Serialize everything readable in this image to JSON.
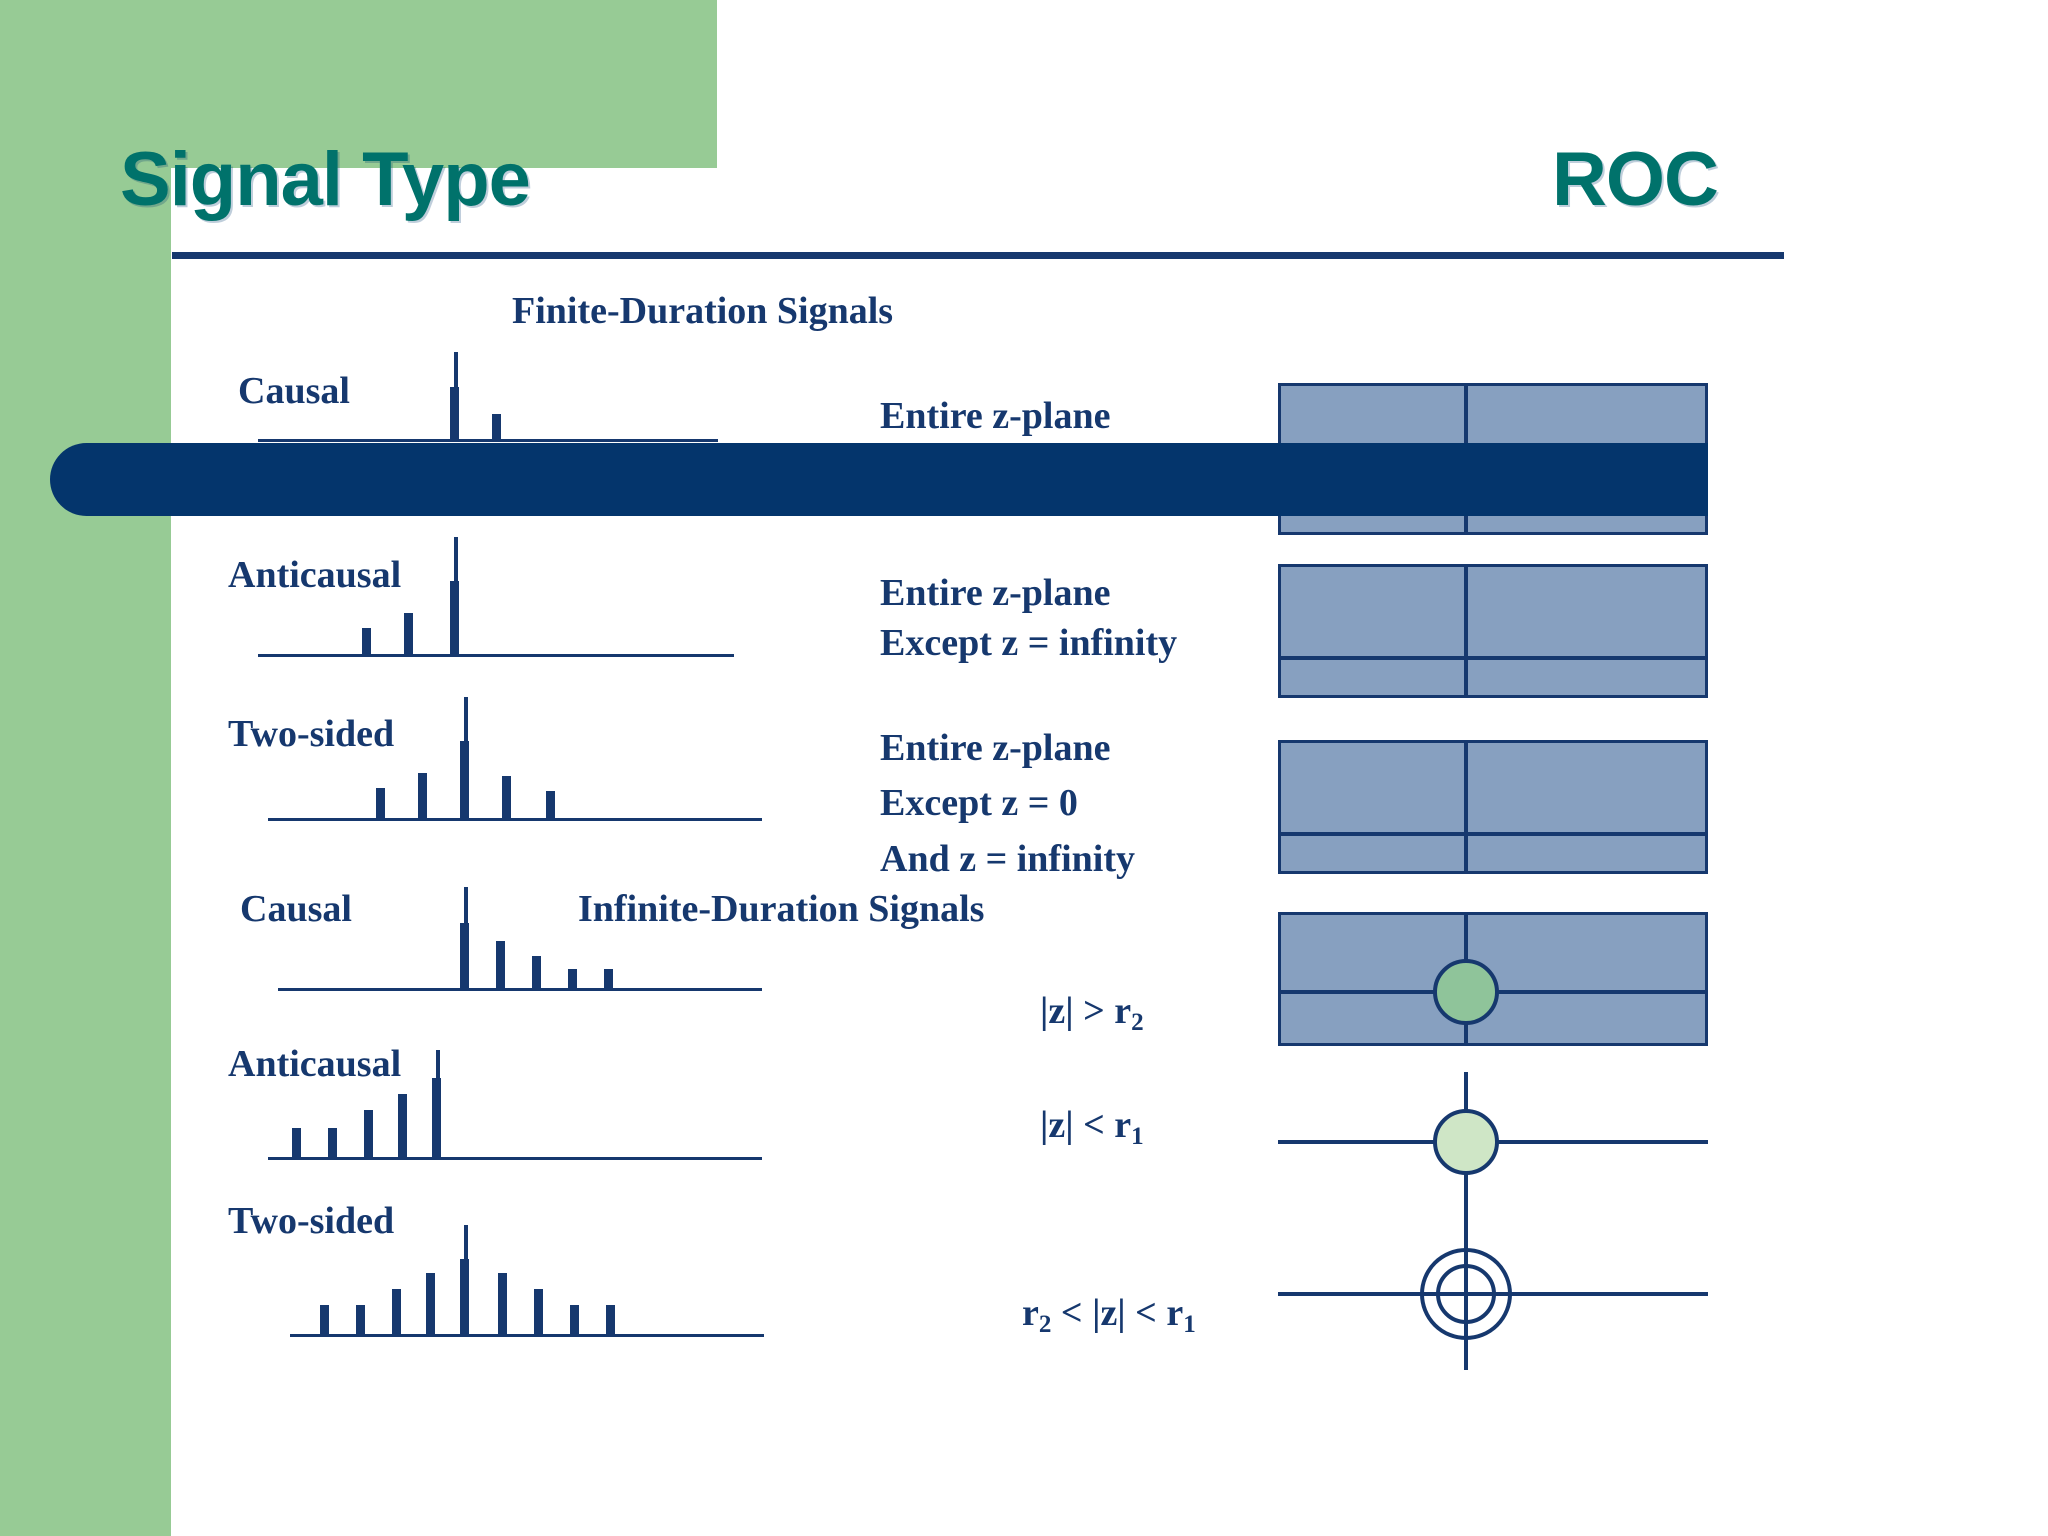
{
  "slide": {
    "title_left": "Signal Type",
    "title_right": "ROC",
    "theme": {
      "green": "#97cb95",
      "teal_title": "#00726b",
      "navy": "#16386e",
      "dark_navy_bar": "#04356c",
      "roc_shade": "#87a0c0",
      "disc_green": "#8fc49a",
      "disc_green_light": "#cfe6c6"
    }
  },
  "sections": {
    "finite": "Finite-Duration Signals",
    "infinite": "Infinite-Duration Signals"
  },
  "rows": [
    {
      "signal_label": "Causal",
      "roc_text": "Entire z-plane",
      "roc_lines": [
        "Entire z-plane"
      ],
      "stems": [
        100,
        38
      ],
      "stem_start_index": 0,
      "roc_kind": "full-plane"
    },
    {
      "signal_label": "Anticausal",
      "roc_lines": [
        "Entire z-plane",
        "Except z = infinity"
      ],
      "stems": [
        30,
        48,
        100
      ],
      "roc_kind": "full-plane"
    },
    {
      "signal_label": "Two-sided",
      "roc_lines": [
        "Entire z-plane",
        "Except z = 0",
        "And z = infinity"
      ],
      "stems": [
        32,
        58,
        100,
        56,
        34
      ],
      "roc_kind": "full-plane"
    },
    {
      "signal_label": "Causal",
      "roc_lines": [
        "|z| > r2"
      ],
      "roc_math_html": "|z| &gt; r<sub>2</sub>",
      "stems": [
        100,
        68,
        50,
        30,
        30
      ],
      "roc_kind": "outside-circle"
    },
    {
      "signal_label": "Anticausal",
      "roc_lines": [
        "|z| < r1"
      ],
      "roc_math_html": "|z| &lt; r<sub>1</sub>",
      "stems": [
        30,
        30,
        48,
        70,
        100
      ],
      "roc_kind": "inside-circle"
    },
    {
      "signal_label": "Two-sided",
      "roc_lines": [
        "r2 < |z| < r1"
      ],
      "roc_math_html": "r<sub>2</sub> &lt; |z| &lt; r<sub>1</sub>",
      "stems": [
        28,
        28,
        44,
        62,
        100,
        62,
        44,
        28,
        28
      ],
      "roc_kind": "annulus"
    }
  ],
  "icons": {
    "stem_plot": "stem-plot-icon",
    "z_plane": "z-plane-icon",
    "unit_circle": "unit-circle-icon"
  }
}
